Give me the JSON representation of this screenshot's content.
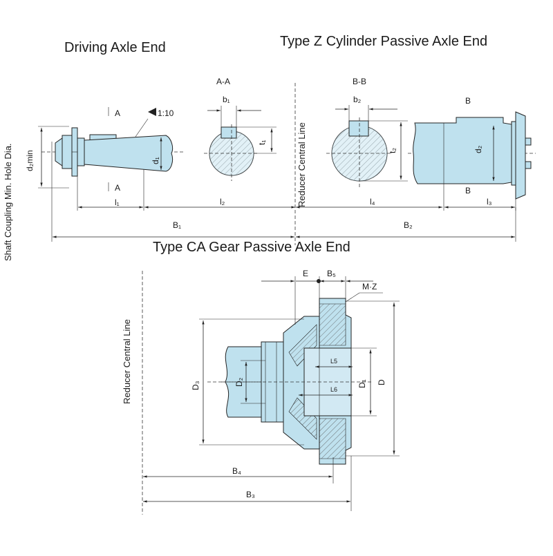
{
  "titles": {
    "driving": "Driving Axle End",
    "type_z": "Type Z Cylinder Passive Axle End",
    "type_ca": "Type CA Gear Passive Axle End"
  },
  "side_labels": {
    "shaft_coupling": "Shaft Coupling Min. Hole Dia.",
    "reducer_central_top": "Reducer Central Line",
    "reducer_central_bottom": "Reducer Central Line"
  },
  "driving": {
    "section_mark_top": "A",
    "section_mark_bottom": "A",
    "taper": "1:10",
    "d2min": "d₂min",
    "d1": "d₁",
    "l1": "l₁"
  },
  "section_aa": {
    "title": "A-A",
    "b1": "b₁",
    "t1": "t₁",
    "l2": "l₂"
  },
  "section_bb": {
    "title": "B-B",
    "b2": "b₂",
    "t2": "t₂",
    "l4": "l₄"
  },
  "type_z": {
    "mark_top": "B",
    "mark_bottom": "B",
    "d2": "d₂",
    "l3": "l₃"
  },
  "overall": {
    "B1": "B₁",
    "B2": "B₂"
  },
  "type_ca": {
    "E": "E",
    "B5": "B₅",
    "MZ": "M·Z",
    "D3": "D₃",
    "D2": "D₂",
    "D1": "D₁",
    "D": "D",
    "L5": "L5",
    "L6": "L6",
    "B4": "B₄",
    "B3": "B₃"
  },
  "colors": {
    "part_fill": "#bfe1ee",
    "line": "#222222",
    "background": "#ffffff"
  }
}
